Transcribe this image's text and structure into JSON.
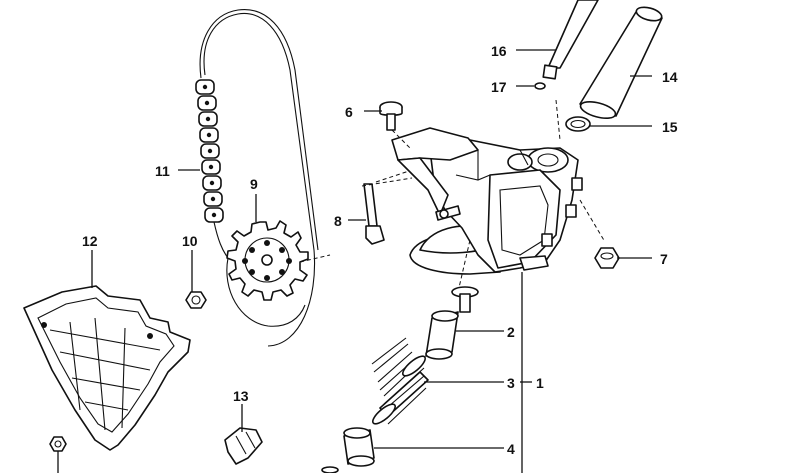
{
  "callouts": [
    {
      "id": "c1",
      "text": "1"
    },
    {
      "id": "c2",
      "text": "2"
    },
    {
      "id": "c3",
      "text": "3"
    },
    {
      "id": "c4",
      "text": "4"
    },
    {
      "id": "c6",
      "text": "6"
    },
    {
      "id": "c7",
      "text": "7"
    },
    {
      "id": "c8",
      "text": "8"
    },
    {
      "id": "c9",
      "text": "9"
    },
    {
      "id": "c10",
      "text": "10"
    },
    {
      "id": "c11",
      "text": "11"
    },
    {
      "id": "c12",
      "text": "12"
    },
    {
      "id": "c13",
      "text": "13"
    },
    {
      "id": "c14",
      "text": "14"
    },
    {
      "id": "c15",
      "text": "15"
    },
    {
      "id": "c16",
      "text": "16"
    },
    {
      "id": "c17",
      "text": "17"
    }
  ]
}
